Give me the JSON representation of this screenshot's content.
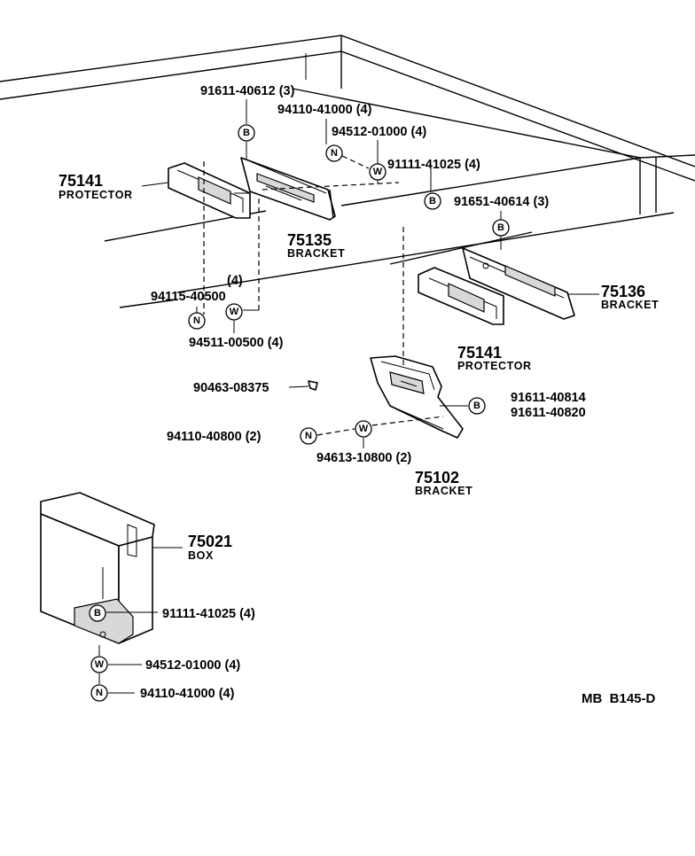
{
  "callouts": {
    "bolt_91611_40612": "91611-40612 (3)",
    "nut_94110_41000_top": "94110-41000 (4)",
    "washer_94512_01000_top": "94512-01000 (4)",
    "bolt_91111_41025_top": "91111-41025 (4)",
    "bolt_91651_40614": "91651-40614 (3)",
    "qty_4_left": "(4)",
    "nut_94115_40500": "94115-40500",
    "washer_94511_00500": "94511-00500 (4)",
    "clip_90463_08375": "90463-08375",
    "bolt_91611_40814": "91611-40814",
    "bolt_91611_40820": "91611-40820",
    "nut_94110_40800": "94110-40800 (2)",
    "washer_94613_10800": "94613-10800 (2)",
    "bolt_91111_41025_box": "91111-41025 (4)",
    "washer_94512_01000_box": "94512-01000 (4)",
    "nut_94110_41000_box": "94110-41000 (4)"
  },
  "parts": {
    "protector_left": {
      "number": "75141",
      "name": "PROTECTOR"
    },
    "bracket_75135": {
      "number": "75135",
      "name": "BRACKET"
    },
    "bracket_75136": {
      "number": "75136",
      "name": "BRACKET"
    },
    "protector_right": {
      "number": "75141",
      "name": "PROTECTOR"
    },
    "bracket_75102": {
      "number": "75102",
      "name": "BRACKET"
    },
    "box_75021": {
      "number": "75021",
      "name": "BOX"
    }
  },
  "symbols": {
    "bolt": "B",
    "nut": "N",
    "washer": "W"
  },
  "reference": "MB  B145-D"
}
